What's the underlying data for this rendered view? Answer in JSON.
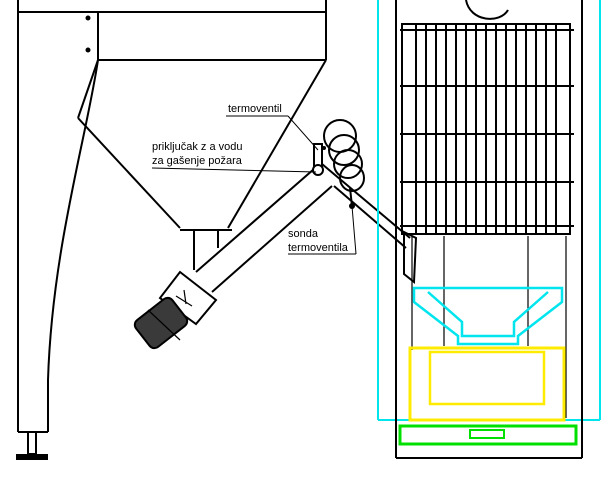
{
  "labels": {
    "thermostatic_valve": "termoventil",
    "water_connection_line1": "priključak z a vodu",
    "water_connection_line2": "za gašenje požara",
    "probe_line1": "sonda",
    "probe_line2": "termoventila"
  },
  "colors": {
    "frame": "#000000",
    "boiler_outline": "#00e5ee",
    "ash_box": "#ffeb00",
    "ash_tray": "#00e000",
    "motor": "#3a3a3a"
  }
}
